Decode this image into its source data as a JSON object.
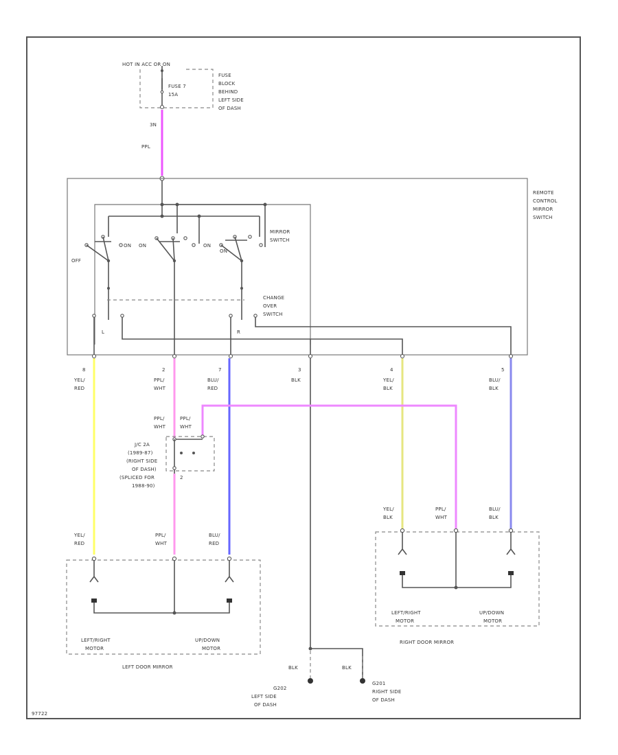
{
  "colors": {
    "yellow": "#ffff66",
    "pink": "#ff99ee",
    "blue": "#6666ff",
    "magenta": "#ee55ff",
    "frame": "#555555"
  },
  "labels": {
    "hot": "HOT IN ACC OR ON",
    "fuse_1": "FUSE 7",
    "fuse_2": "15A",
    "fuse_block_1": "FUSE",
    "fuse_block_2": "BLOCK",
    "fuse_block_3": "BEHIND",
    "fuse_block_4": "LEFT SIDE",
    "fuse_block_5": "OF DASH",
    "pin_3n": "3N",
    "wire_top": "PPL",
    "remote_1": "REMOTE",
    "remote_2": "CONTROL",
    "remote_3": "MIRROR",
    "remote_4": "SWITCH",
    "mirror_sw_1": "MIRROR",
    "mirror_sw_2": "SWITCH",
    "change_1": "CHANGE",
    "change_2": "OVER",
    "change_3": "SWITCH",
    "off": "OFF",
    "sw_on_1": "ON",
    "sw_on_2": "ON",
    "sw_on_3": "ON",
    "sw_on_4": "ON",
    "cs_l": "L",
    "cs_r": "R",
    "pin_8": "8",
    "pin_2": "2",
    "pin_7": "7",
    "pin_3": "3",
    "pin_4": "4",
    "pin_5": "5",
    "c1_a": "YEL/",
    "c1_b": "RED",
    "c2_a": "PPL/",
    "c2_b": "WHT",
    "c3_a": "BLU/",
    "c3_b": "RED",
    "c4": "BLK",
    "c5_a": "YEL/",
    "c5_b": "BLK",
    "c6_a": "BLU/",
    "c6_b": "BLK",
    "jc_a1": "PPL/",
    "jc_a2": "WHT",
    "jc_b1": "PPL/",
    "jc_b2": "WHT",
    "jc_1": "J/C 2A",
    "jc_2": "(1989-87)",
    "jc_3": "(RIGHT SIDE",
    "jc_4": "OF DASH)",
    "jc_5": "(SPLICED FOR",
    "jc_6": "1988-90)",
    "jc_pin": "2",
    "lm_1a": "YEL/",
    "lm_1b": "RED",
    "lm_2a": "PPL/",
    "lm_2b": "WHT",
    "lm_3a": "BLU/",
    "lm_3b": "RED",
    "rm_1a": "YEL/",
    "rm_1b": "BLK",
    "rm_2a": "PPL/",
    "rm_2b": "WHT",
    "rm_3a": "BLU/",
    "rm_3b": "BLK",
    "l_motor_1a": "LEFT/RIGHT",
    "l_motor_1b": "MOTOR",
    "l_motor_2a": "UP/DOWN",
    "l_motor_2b": "MOTOR",
    "l_mirror": "LEFT DOOR MIRROR",
    "r_motor_1a": "LEFT/RIGHT",
    "r_motor_1b": "MOTOR",
    "r_motor_2a": "UP/DOWN",
    "r_motor_2b": "MOTOR",
    "r_mirror": "RIGHT DOOR MIRROR",
    "g1_wire": "BLK",
    "g2_wire": "BLK",
    "g1_1": "G202",
    "g1_2": "LEFT SIDE",
    "g1_3": "OF DASH",
    "g2_1": "G201",
    "g2_2": "RIGHT SIDE",
    "g2_3": "OF DASH",
    "code": "97722"
  }
}
